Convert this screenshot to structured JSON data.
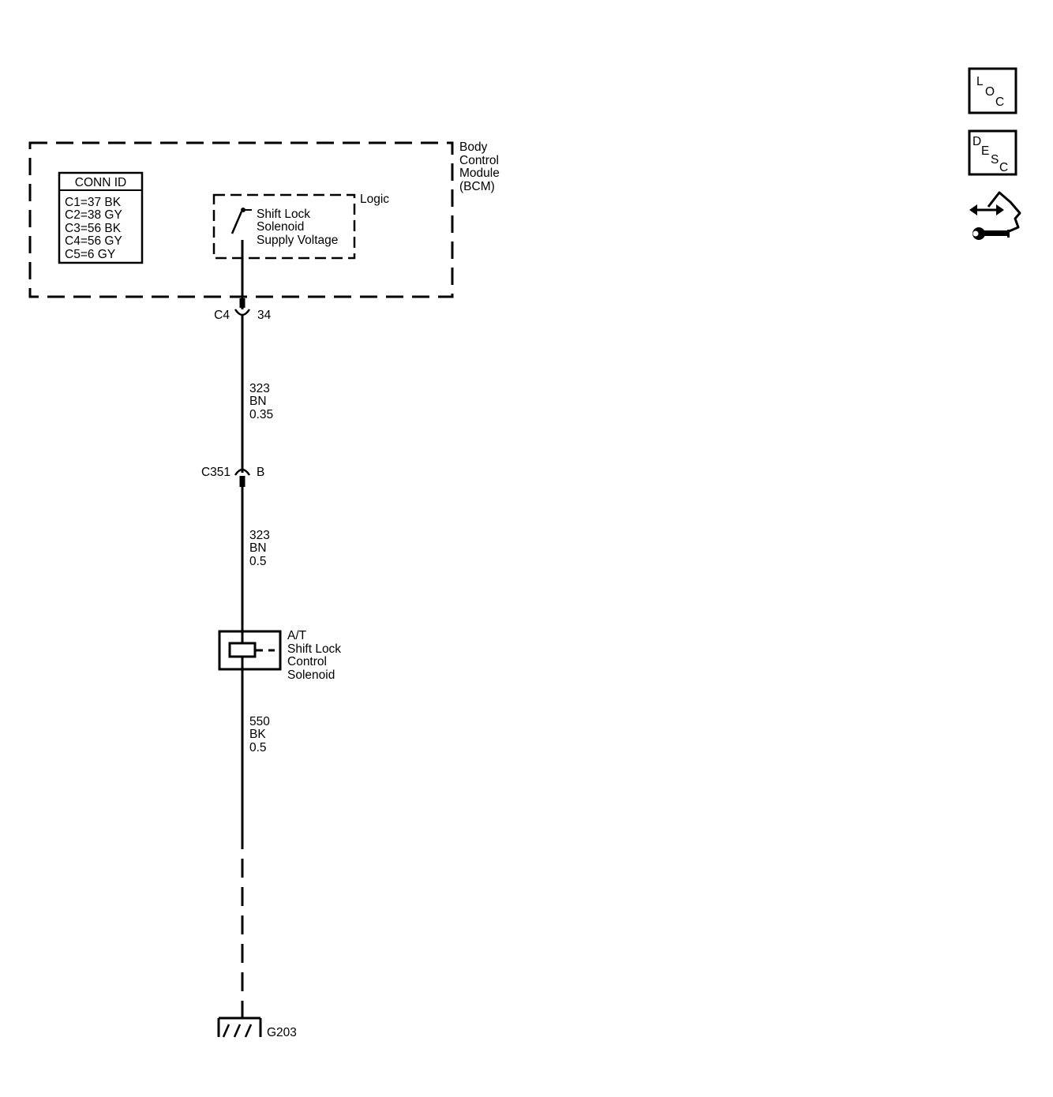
{
  "module": {
    "name_lines": [
      "Body",
      "Control",
      "Module",
      "(BCM)"
    ],
    "conn_id": {
      "title": "CONN ID",
      "rows": [
        "C1=37 BK",
        "C2=38 GY",
        "C3=56 BK",
        "C4=56 GY",
        "C5=6 GY"
      ]
    },
    "logic": {
      "label": "Logic",
      "switch_lines": [
        "Shift Lock",
        "Solenoid",
        "Supply Voltage"
      ]
    }
  },
  "connectors": {
    "c4": {
      "id": "C4",
      "pin": "34"
    },
    "c351": {
      "id": "C351",
      "pin": "B"
    }
  },
  "wires": [
    {
      "lines": [
        "323",
        "BN",
        "0.35"
      ]
    },
    {
      "lines": [
        "323",
        "BN",
        "0.5"
      ]
    },
    {
      "lines": [
        "550",
        "BK",
        "0.5"
      ]
    }
  ],
  "solenoid": {
    "lines": [
      "A/T",
      "Shift Lock",
      "Control",
      "Solenoid"
    ]
  },
  "ground": {
    "id": "G203"
  },
  "side_icons": {
    "loc": {
      "letters": [
        "L",
        "O",
        "C"
      ]
    },
    "desc": {
      "letters": [
        "D",
        "E",
        "S",
        "C"
      ]
    },
    "tool": {
      "icon": "hand-wrench-arrows-icon"
    }
  }
}
